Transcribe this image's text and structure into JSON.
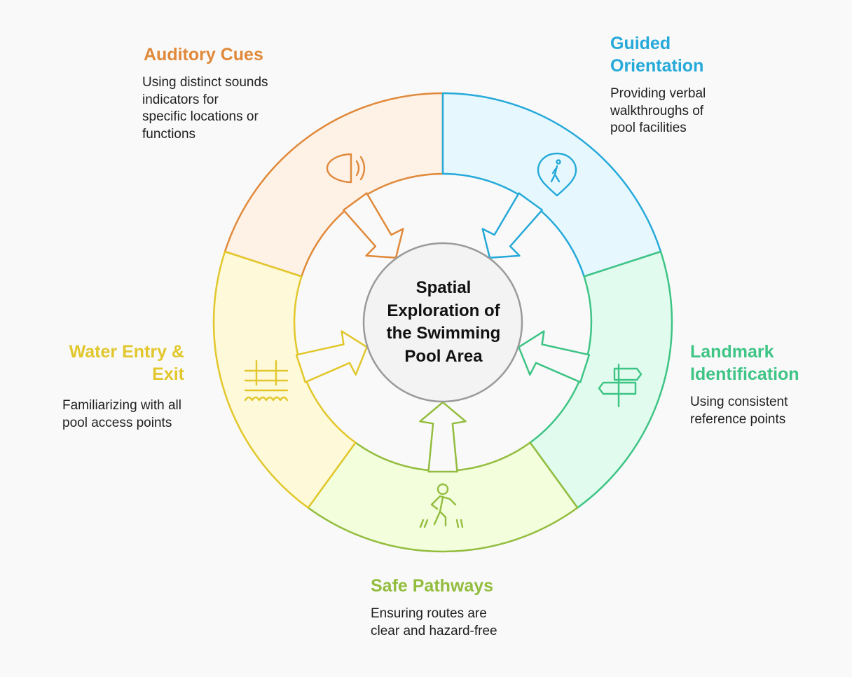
{
  "center": {
    "lines": [
      "Spatial",
      "Exploration of",
      "the Swimming",
      "Pool Area"
    ]
  },
  "segments": [
    {
      "key": "auditory",
      "title_lines": [
        "Auditory Cues"
      ],
      "desc_lines": [
        "Using distinct sounds",
        "indicators for",
        "specific locations or",
        "functions"
      ],
      "icon": "speaker-icon",
      "stroke": "#e0893a",
      "fill": "#fef1e6"
    },
    {
      "key": "guided",
      "title_lines": [
        "Guided",
        "Orientation"
      ],
      "desc_lines": [
        "Providing verbal",
        "walkthroughs of",
        "pool facilities"
      ],
      "icon": "map-pin-walker-icon",
      "stroke": "#25a9d9",
      "fill": "#e6f8fd"
    },
    {
      "key": "landmark",
      "title_lines": [
        "Landmark",
        "Identification"
      ],
      "desc_lines": [
        "Using consistent",
        "reference points"
      ],
      "icon": "signpost-icon",
      "stroke": "#3ec485",
      "fill": "#e1fcee"
    },
    {
      "key": "safe",
      "title_lines": [
        "Safe Pathways"
      ],
      "desc_lines": [
        "Ensuring routes are",
        "clear and hazard-free"
      ],
      "icon": "walking-person-icon",
      "stroke": "#93bd3e",
      "fill": "#f2fedc"
    },
    {
      "key": "water",
      "title_lines": [
        "Water Entry &",
        "Exit"
      ],
      "desc_lines": [
        "Familiarizing with all",
        "pool access points"
      ],
      "icon": "pool-ladder-icon",
      "stroke": "#e2c72c",
      "fill": "#fef9d8"
    }
  ]
}
